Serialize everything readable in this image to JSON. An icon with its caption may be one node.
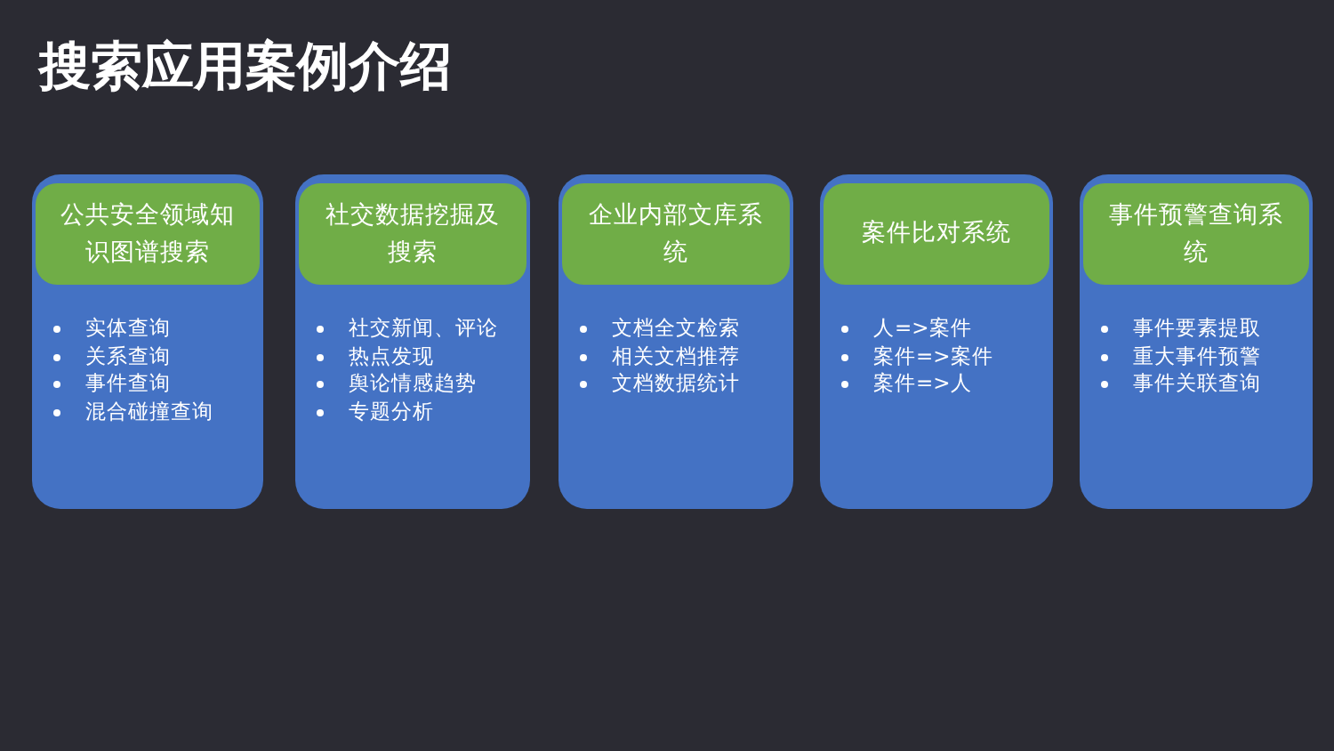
{
  "diagram": {
    "title": "搜索应用案例介绍",
    "nodes": [
      {
        "text": [
          "实体查询",
          "关系查询",
          "事件查询",
          "混合碰撞查询"
        ]
      },
      {
        "text": [
          "公共安全领域知识图谱搜索"
        ],
        "in": 0
      },
      {
        "text": [
          "社交新闻、评论",
          "热点发现",
          "舆论情感趋势",
          "专题分析"
        ]
      },
      {
        "text": [
          "社交数据挖掘及搜索"
        ],
        "in": 2
      },
      {
        "text": [
          "文档全文检索",
          "相关文档推荐",
          "文档数据统计"
        ]
      },
      {
        "text": [
          "企业内部文库系统"
        ],
        "in": 4
      },
      {
        "text": [
          "人=>案件",
          "案件=>案件",
          "案件=>人"
        ]
      },
      {
        "text": [
          "案件比对系统"
        ],
        "in": 6
      },
      {
        "text": [
          "事件要素提取",
          "重大事件预警",
          "事件关联查询"
        ]
      },
      {
        "text": [
          "事件预警查询系统"
        ],
        "in": 8
      }
    ],
    "edges": []
  }
}
